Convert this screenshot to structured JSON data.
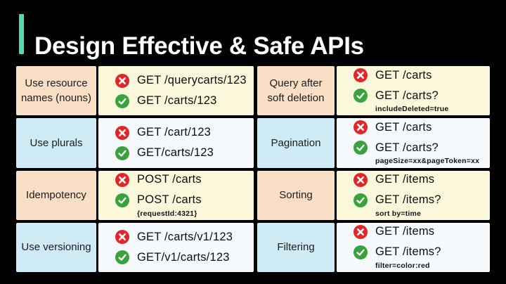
{
  "title": "Design Effective & Safe APIs",
  "colors": {
    "background": "#000000",
    "accent_bar": "#53d9a7",
    "title_text": "#ffffff",
    "bad_icon": "#e42528",
    "good_icon": "#38a23c",
    "warm_label_bg": "#f8dfc6",
    "warm_example_bg": "#faf7db",
    "cool_label_bg": "#cfebf6",
    "cool_example_bg": "#f6fafc"
  },
  "icons": {
    "bad": "cross-icon",
    "good": "check-icon"
  },
  "table": {
    "rows": [
      {
        "left": {
          "label": "Use resource names (nouns)",
          "bad": "GET /querycarts/123",
          "good": "GET /carts/123"
        },
        "right": {
          "label": "Query after soft deletion",
          "bad": "GET /carts",
          "good": "GET /carts?",
          "sub": "includeDeleted=true"
        }
      },
      {
        "left": {
          "label": "Use plurals",
          "bad": "GET /cart/123",
          "good": "GET/carts/123"
        },
        "right": {
          "label": "Pagination",
          "bad": "GET /carts",
          "good": "GET /carts?",
          "sub": "pageSize=xx&pageToken=xx"
        }
      },
      {
        "left": {
          "label": "Idempotency",
          "bad": "POST /carts",
          "good": "POST /carts",
          "sub": "{requestId:4321}"
        },
        "right": {
          "label": "Sorting",
          "bad": "GET /items",
          "good": "GET /items?",
          "sub": "sort by=time"
        }
      },
      {
        "left": {
          "label": "Use versioning",
          "bad": "GET /carts/v1/123",
          "good": "GET/v1/carts/123"
        },
        "right": {
          "label": "Filtering",
          "bad": "GET /items",
          "good": "GET /items?",
          "sub": "filter=color:red"
        }
      }
    ]
  }
}
